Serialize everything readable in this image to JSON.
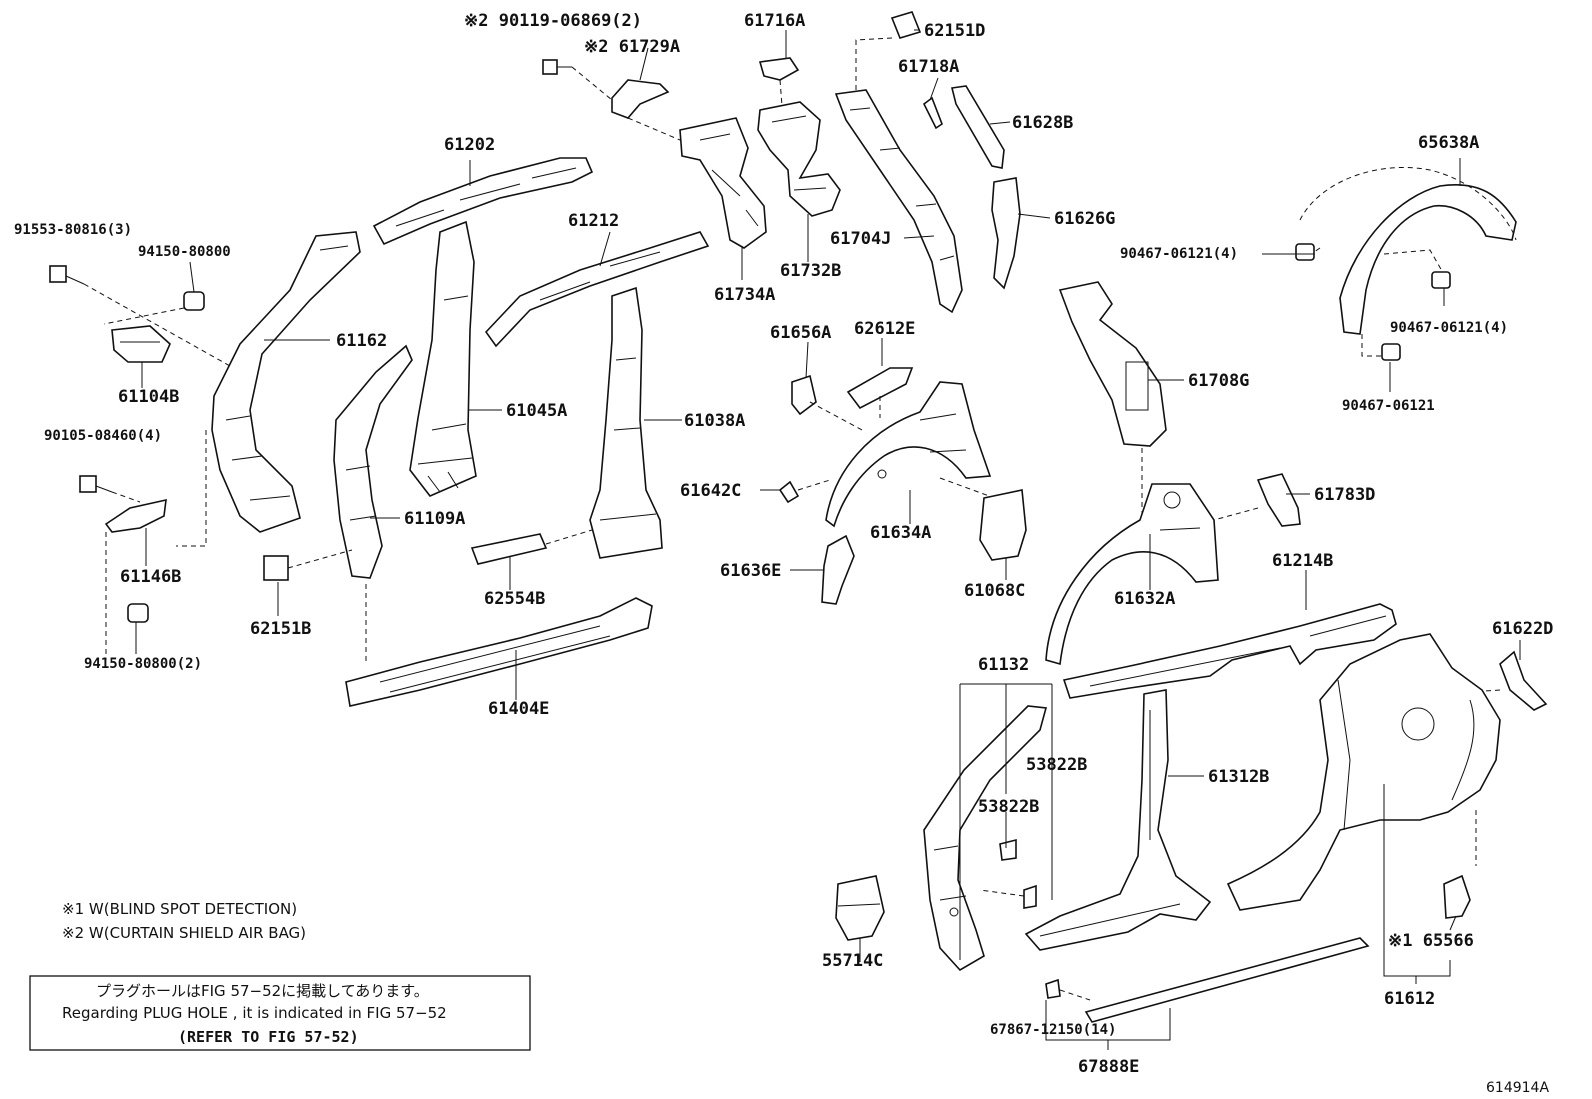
{
  "parts": [
    {
      "id": "p1",
      "text": "※2 90119-06869(2)"
    },
    {
      "id": "p2",
      "text": "※2 61729A"
    },
    {
      "id": "p3",
      "text": "61716A"
    },
    {
      "id": "p4",
      "text": "62151D"
    },
    {
      "id": "p5",
      "text": "61718A"
    },
    {
      "id": "p6",
      "text": "61628B"
    },
    {
      "id": "p7",
      "text": "65638A"
    },
    {
      "id": "p8",
      "text": "61202"
    },
    {
      "id": "p9",
      "text": "91553-80816(3)"
    },
    {
      "id": "p10",
      "text": "94150-80800"
    },
    {
      "id": "p11",
      "text": "61212"
    },
    {
      "id": "p12",
      "text": "61626G"
    },
    {
      "id": "p13",
      "text": "61704J"
    },
    {
      "id": "p14",
      "text": "61734A"
    },
    {
      "id": "p15",
      "text": "61732B"
    },
    {
      "id": "p16",
      "text": "90467-06121(4)"
    },
    {
      "id": "p17",
      "text": "90467-06121(4)"
    },
    {
      "id": "p18",
      "text": "61162"
    },
    {
      "id": "p19",
      "text": "61104B"
    },
    {
      "id": "p20",
      "text": "61656A"
    },
    {
      "id": "p21",
      "text": "62612E"
    },
    {
      "id": "p22",
      "text": "61708G"
    },
    {
      "id": "p23",
      "text": "90467-06121"
    },
    {
      "id": "p24",
      "text": "61045A"
    },
    {
      "id": "p25",
      "text": "61038A"
    },
    {
      "id": "p26",
      "text": "90105-08460(4)"
    },
    {
      "id": "p27",
      "text": "61642C"
    },
    {
      "id": "p28",
      "text": "61783D"
    },
    {
      "id": "p29",
      "text": "61109A"
    },
    {
      "id": "p30",
      "text": "61634A"
    },
    {
      "id": "p31",
      "text": "61146B"
    },
    {
      "id": "p32",
      "text": "61636E"
    },
    {
      "id": "p33",
      "text": "61068C"
    },
    {
      "id": "p34",
      "text": "61632A"
    },
    {
      "id": "p35",
      "text": "61214B"
    },
    {
      "id": "p36",
      "text": "62151B"
    },
    {
      "id": "p37",
      "text": "62554B"
    },
    {
      "id": "p38",
      "text": "94150-80800(2)"
    },
    {
      "id": "p39",
      "text": "61404E"
    },
    {
      "id": "p40",
      "text": "61622D"
    },
    {
      "id": "p41",
      "text": "61132"
    },
    {
      "id": "p42",
      "text": "53822B"
    },
    {
      "id": "p43",
      "text": "61312B"
    },
    {
      "id": "p44",
      "text": "53822B"
    },
    {
      "id": "p45",
      "text": "55714C"
    },
    {
      "id": "p46",
      "text": "※1 65566"
    },
    {
      "id": "p47",
      "text": "61612"
    },
    {
      "id": "p48",
      "text": "67867-12150(14)"
    },
    {
      "id": "p49",
      "text": "67888E"
    }
  ],
  "notes": {
    "note1": "※1 W(BLIND SPOT DETECTION)",
    "note2": "※2 W(CURTAIN SHIELD AIR BAG)"
  },
  "reference_box": {
    "line_ja": "プラグホールはFIG 57−52に掲載してあります。",
    "line_en": "Regarding  PLUG  HOLE , it is indicated in  FIG  57−52",
    "line_refer": "(REFER TO FIG 57-52)"
  },
  "figure_id": "614914A"
}
